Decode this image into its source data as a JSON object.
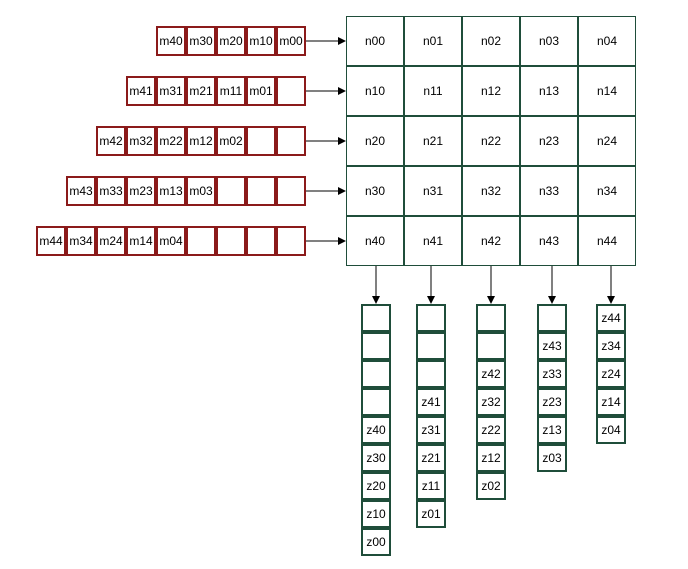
{
  "colors": {
    "m_border": "#8b1a1a",
    "nz_border": "#1f4d3a",
    "arrow": "#000000"
  },
  "m_rows": [
    [
      "m40",
      "m30",
      "m20",
      "m10",
      "m00"
    ],
    [
      "m41",
      "m31",
      "m21",
      "m11",
      "m01",
      ""
    ],
    [
      "m42",
      "m32",
      "m22",
      "m12",
      "m02",
      "",
      ""
    ],
    [
      "m43",
      "m33",
      "m23",
      "m13",
      "m03",
      "",
      "",
      ""
    ],
    [
      "m44",
      "m34",
      "m24",
      "m14",
      "m04",
      "",
      "",
      "",
      ""
    ]
  ],
  "n_grid": [
    [
      "n00",
      "n01",
      "n02",
      "n03",
      "n04"
    ],
    [
      "n10",
      "n11",
      "n12",
      "n13",
      "n14"
    ],
    [
      "n20",
      "n21",
      "n22",
      "n23",
      "n24"
    ],
    [
      "n30",
      "n31",
      "n32",
      "n33",
      "n34"
    ],
    [
      "n40",
      "n41",
      "n42",
      "n43",
      "n44"
    ]
  ],
  "z_columns": [
    [
      "",
      "",
      "",
      "",
      "z40",
      "z30",
      "z20",
      "z10",
      "z00"
    ],
    [
      "",
      "",
      "",
      "z41",
      "z31",
      "z21",
      "z11",
      "z01"
    ],
    [
      "",
      "",
      "z42",
      "z32",
      "z22",
      "z12",
      "z02"
    ],
    [
      "",
      "z43",
      "z33",
      "z23",
      "z13",
      "z03"
    ],
    [
      "z44",
      "z34",
      "z24",
      "z14",
      "z04"
    ]
  ]
}
